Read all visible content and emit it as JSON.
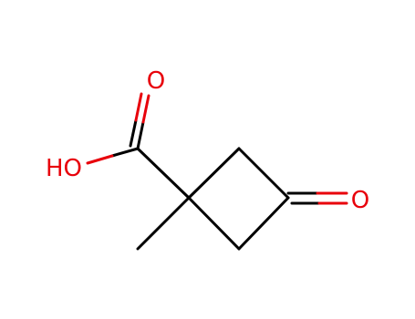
{
  "molecule": {
    "atoms": {
      "carbonyl_oxygen_acid": "O",
      "hydroxyl": "HO",
      "ketone_oxygen": "O"
    },
    "colors": {
      "bond": "#000000",
      "oxygen": "#e8000b"
    }
  }
}
